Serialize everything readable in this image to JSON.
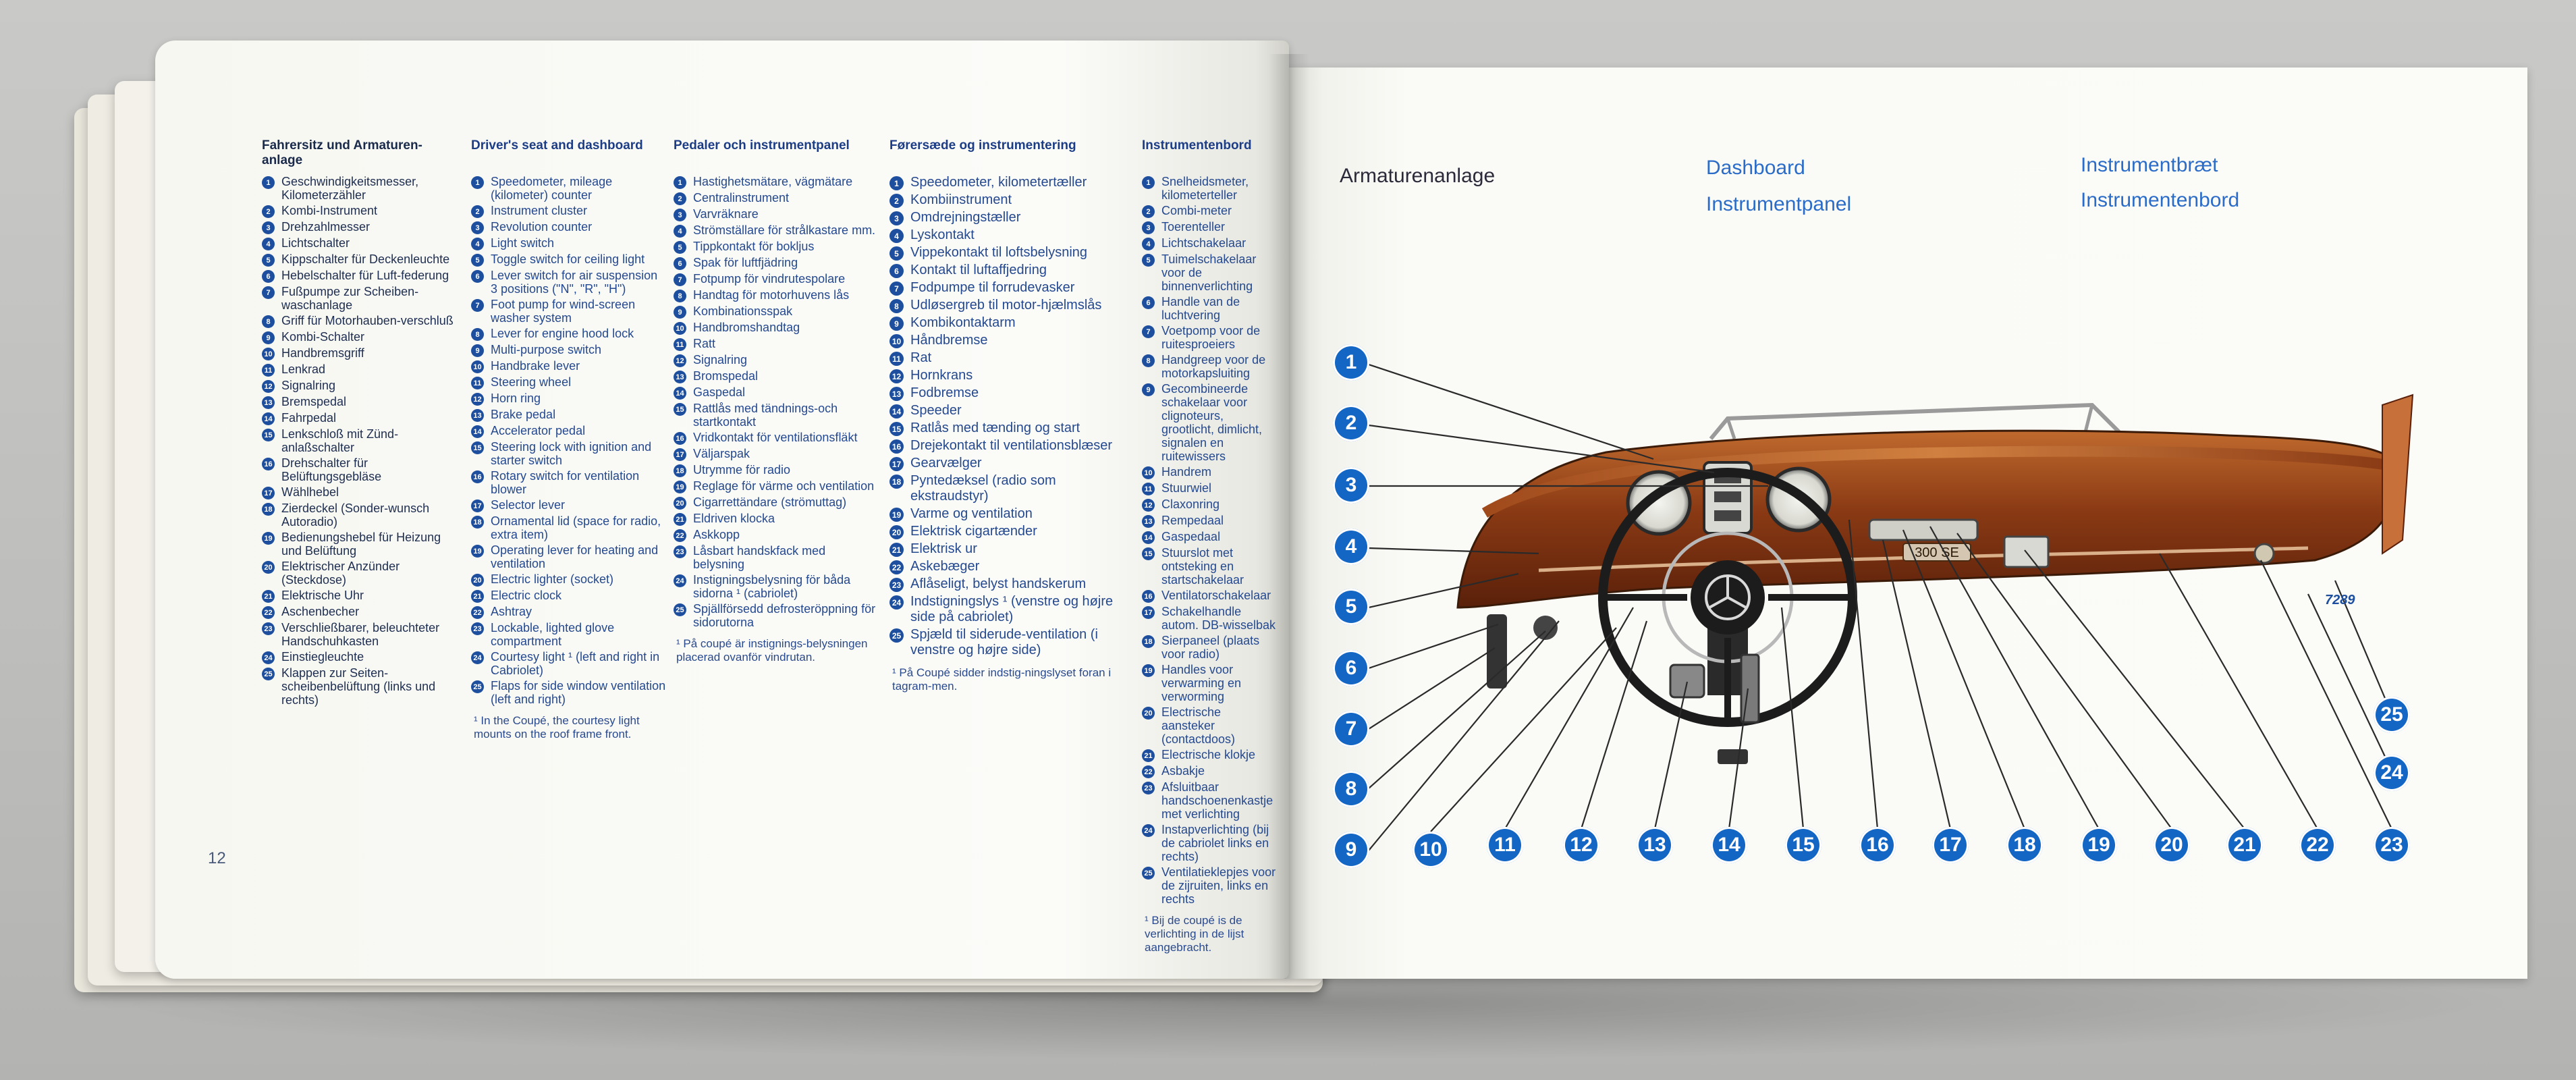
{
  "left_page": {
    "page_number": "12",
    "columns": [
      {
        "heading": "Fahrersitz und Armaturen-anlage",
        "items": [
          {
            "n": "1",
            "t": "Geschwindigkeitsmesser, Kilometerzähler"
          },
          {
            "n": "2",
            "t": "Kombi-Instrument"
          },
          {
            "n": "3",
            "t": "Drehzahlmesser"
          },
          {
            "n": "4",
            "t": "Lichtschalter"
          },
          {
            "n": "5",
            "t": "Kippschalter für Deckenleuchte"
          },
          {
            "n": "6",
            "t": "Hebelschalter für Luft-federung"
          },
          {
            "n": "7",
            "t": "Fußpumpe zur Scheiben-waschanlage"
          },
          {
            "n": "8",
            "t": "Griff für Motorhauben-verschluß"
          },
          {
            "n": "9",
            "t": "Kombi-Schalter"
          },
          {
            "n": "10",
            "t": "Handbremsgriff"
          },
          {
            "n": "11",
            "t": "Lenkrad"
          },
          {
            "n": "12",
            "t": "Signalring"
          },
          {
            "n": "13",
            "t": "Bremspedal"
          },
          {
            "n": "14",
            "t": "Fahrpedal"
          },
          {
            "n": "15",
            "t": "Lenkschloß mit Zünd-anlaßschalter"
          },
          {
            "n": "16",
            "t": "Drehschalter für Belüftungsgebläse"
          },
          {
            "n": "17",
            "t": "Wählhebel"
          },
          {
            "n": "18",
            "t": "Zierdeckel (Sonder-wunsch Autoradio)"
          },
          {
            "n": "19",
            "t": "Bedienungshebel für Heizung und Belüftung"
          },
          {
            "n": "20",
            "t": "Elektrischer Anzünder (Steckdose)"
          },
          {
            "n": "21",
            "t": "Elektrische Uhr"
          },
          {
            "n": "22",
            "t": "Aschenbecher"
          },
          {
            "n": "23",
            "t": "Verschließbarer, beleuchteter Handschuhkasten"
          },
          {
            "n": "24",
            "t": "Einstiegleuchte"
          },
          {
            "n": "25",
            "t": "Klappen zur Seiten-scheibenbelüftung (links und rechts)"
          }
        ],
        "footnote": ""
      },
      {
        "heading": "Driver's seat and dashboard",
        "items": [
          {
            "n": "1",
            "t": "Speedometer, mileage (kilometer) counter"
          },
          {
            "n": "2",
            "t": "Instrument cluster"
          },
          {
            "n": "3",
            "t": "Revolution counter"
          },
          {
            "n": "4",
            "t": "Light switch"
          },
          {
            "n": "5",
            "t": "Toggle switch for ceiling light"
          },
          {
            "n": "6",
            "t": "Lever switch for air suspension 3 positions (\"N\", \"R\", \"H\")"
          },
          {
            "n": "7",
            "t": "Foot pump for wind-screen washer system"
          },
          {
            "n": "8",
            "t": "Lever for engine hood lock"
          },
          {
            "n": "9",
            "t": "Multi-purpose switch"
          },
          {
            "n": "10",
            "t": "Handbrake lever"
          },
          {
            "n": "11",
            "t": "Steering wheel"
          },
          {
            "n": "12",
            "t": "Horn ring"
          },
          {
            "n": "13",
            "t": "Brake pedal"
          },
          {
            "n": "14",
            "t": "Accelerator pedal"
          },
          {
            "n": "15",
            "t": "Steering lock with ignition and starter switch"
          },
          {
            "n": "16",
            "t": "Rotary switch for ventilation blower"
          },
          {
            "n": "17",
            "t": "Selector lever"
          },
          {
            "n": "18",
            "t": "Ornamental lid (space for radio, extra item)"
          },
          {
            "n": "19",
            "t": "Operating lever for heating and ventilation"
          },
          {
            "n": "20",
            "t": "Electric lighter (socket)"
          },
          {
            "n": "21",
            "t": "Electric clock"
          },
          {
            "n": "22",
            "t": "Ashtray"
          },
          {
            "n": "23",
            "t": "Lockable, lighted glove compartment"
          },
          {
            "n": "24",
            "t": "Courtesy light ¹ (left and right in Cabriolet)"
          },
          {
            "n": "25",
            "t": "Flaps for side window ventilation (left and right)"
          }
        ],
        "footnote": "¹ In the Coupé, the courtesy light mounts on the roof frame front."
      },
      {
        "heading": "Pedaler och instrumentpanel",
        "items": [
          {
            "n": "1",
            "t": "Hastighetsmätare, vägmätare"
          },
          {
            "n": "2",
            "t": "Centralinstrument"
          },
          {
            "n": "3",
            "t": "Varvräknare"
          },
          {
            "n": "4",
            "t": "Strömställare för strålkastare mm."
          },
          {
            "n": "5",
            "t": "Tippkontakt för bokljus"
          },
          {
            "n": "6",
            "t": "Spak för luftfjädring"
          },
          {
            "n": "7",
            "t": "Fotpump för vindrutespolare"
          },
          {
            "n": "8",
            "t": "Handtag för motorhuvens lås"
          },
          {
            "n": "9",
            "t": "Kombinationsspak"
          },
          {
            "n": "10",
            "t": "Handbromshandtag"
          },
          {
            "n": "11",
            "t": "Ratt"
          },
          {
            "n": "12",
            "t": "Signalring"
          },
          {
            "n": "13",
            "t": "Bromspedal"
          },
          {
            "n": "14",
            "t": "Gaspedal"
          },
          {
            "n": "15",
            "t": "Rattlås med tändnings-och startkontakt"
          },
          {
            "n": "16",
            "t": "Vridkontakt för ventilationsfläkt"
          },
          {
            "n": "17",
            "t": "Väljarspak"
          },
          {
            "n": "18",
            "t": "Utrymme för radio"
          },
          {
            "n": "19",
            "t": "Reglage för värme och ventilation"
          },
          {
            "n": "20",
            "t": "Cigarrettändare (strömuttag)"
          },
          {
            "n": "21",
            "t": "Eldriven klocka"
          },
          {
            "n": "22",
            "t": "Askkopp"
          },
          {
            "n": "23",
            "t": "Låsbart handskfack med belysning"
          },
          {
            "n": "24",
            "t": "Instigningsbelysning för båda sidorna ¹ (cabriolet)"
          },
          {
            "n": "25",
            "t": "Spjällförsedd defrosteröppning för sidorutorna"
          }
        ],
        "footnote": "¹ På coupé är instignings-belysningen placerad ovanför vindrutan."
      },
      {
        "heading": "Førersæde og instrumentering",
        "items": [
          {
            "n": "1",
            "t": "Speedometer, kilometertæller"
          },
          {
            "n": "2",
            "t": "Kombiinstrument"
          },
          {
            "n": "3",
            "t": "Omdrejningstæller"
          },
          {
            "n": "4",
            "t": "Lyskontakt"
          },
          {
            "n": "5",
            "t": "Vippekontakt til loftsbelysning"
          },
          {
            "n": "6",
            "t": "Kontakt til luftaffjedring"
          },
          {
            "n": "7",
            "t": "Fodpumpe til forrudevasker"
          },
          {
            "n": "8",
            "t": "Udløsergreb til motor-hjælmslås"
          },
          {
            "n": "9",
            "t": "Kombikontaktarm"
          },
          {
            "n": "10",
            "t": "Håndbremse"
          },
          {
            "n": "11",
            "t": "Rat"
          },
          {
            "n": "12",
            "t": "Hornkrans"
          },
          {
            "n": "13",
            "t": "Fodbremse"
          },
          {
            "n": "14",
            "t": "Speeder"
          },
          {
            "n": "15",
            "t": "Ratlås med tænding og start"
          },
          {
            "n": "16",
            "t": "Drejekontakt til ventilationsblæser"
          },
          {
            "n": "17",
            "t": "Gearvælger"
          },
          {
            "n": "18",
            "t": "Pyntedæksel (radio som ekstraudstyr)"
          },
          {
            "n": "19",
            "t": "Varme og ventilation"
          },
          {
            "n": "20",
            "t": "Elektrisk cigartænder"
          },
          {
            "n": "21",
            "t": "Elektrisk ur"
          },
          {
            "n": "22",
            "t": "Askebæger"
          },
          {
            "n": "23",
            "t": "Aflåseligt, belyst handskerum"
          },
          {
            "n": "24",
            "t": "Indstigningslys ¹ (venstre og højre side på cabriolet)"
          },
          {
            "n": "25",
            "t": "Spjæld til siderude-ventilation (i venstre og højre side)"
          }
        ],
        "footnote": "¹ På Coupé sidder indstig-ningslyset foran i tagram-men."
      },
      {
        "heading": "Instrumentenbord",
        "items": [
          {
            "n": "1",
            "t": "Snelheidsmeter, kilometerteller"
          },
          {
            "n": "2",
            "t": "Combi-meter"
          },
          {
            "n": "3",
            "t": "Toerenteller"
          },
          {
            "n": "4",
            "t": "Lichtschakelaar"
          },
          {
            "n": "5",
            "t": "Tuimelschakelaar voor de binnenverlichting"
          },
          {
            "n": "6",
            "t": "Handle van de luchtvering"
          },
          {
            "n": "7",
            "t": "Voetpomp voor de ruitesproeiers"
          },
          {
            "n": "8",
            "t": "Handgreep voor de motorkapsluiting"
          },
          {
            "n": "9",
            "t": "Gecombineerde schakelaar voor clignoteurs, grootlicht, dimlicht, signalen en ruitewissers"
          },
          {
            "n": "10",
            "t": "Handrem"
          },
          {
            "n": "11",
            "t": "Stuurwiel"
          },
          {
            "n": "12",
            "t": "Claxonring"
          },
          {
            "n": "13",
            "t": "Rempedaal"
          },
          {
            "n": "14",
            "t": "Gaspedaal"
          },
          {
            "n": "15",
            "t": "Stuurslot met ontsteking en startschakelaar"
          },
          {
            "n": "16",
            "t": "Ventilatorschakelaar"
          },
          {
            "n": "17",
            "t": "Schakelhandle autom. DB-wisselbak"
          },
          {
            "n": "18",
            "t": "Sierpaneel (plaats voor radio)"
          },
          {
            "n": "19",
            "t": "Handles voor verwarming en verworming"
          },
          {
            "n": "20",
            "t": "Electrische aansteker (contactdoos)"
          },
          {
            "n": "21",
            "t": "Electrische klokje"
          },
          {
            "n": "22",
            "t": "Asbakje"
          },
          {
            "n": "23",
            "t": "Afsluitbaar handschoenenkastje met verlichting"
          },
          {
            "n": "24",
            "t": "Instapverlichting (bij de cabriolet links en rechts)"
          },
          {
            "n": "25",
            "t": "Ventilatieklepjes voor de zijruiten, links en rechts"
          }
        ],
        "footnote": "¹ Bij de coupé is de verlichting in de lijst aangebracht."
      }
    ]
  },
  "right_page": {
    "titles": {
      "de": "Armaturenanlage",
      "en": "Dashboard",
      "sv": "Instrumentpanel",
      "da": "Instrumentbræt",
      "nl": "Instrumentenbord"
    },
    "figure_code": "7289",
    "badge_text": "300 SE",
    "callouts": [
      "1",
      "2",
      "3",
      "4",
      "5",
      "6",
      "7",
      "8",
      "9",
      "10",
      "11",
      "12",
      "13",
      "14",
      "15",
      "16",
      "17",
      "18",
      "19",
      "20",
      "21",
      "22",
      "23",
      "24",
      "25"
    ],
    "colors": {
      "callout_blue": "#1466c4",
      "dashboard_wood": "#8a3a14",
      "text_blue": "#1f3f8a"
    }
  }
}
